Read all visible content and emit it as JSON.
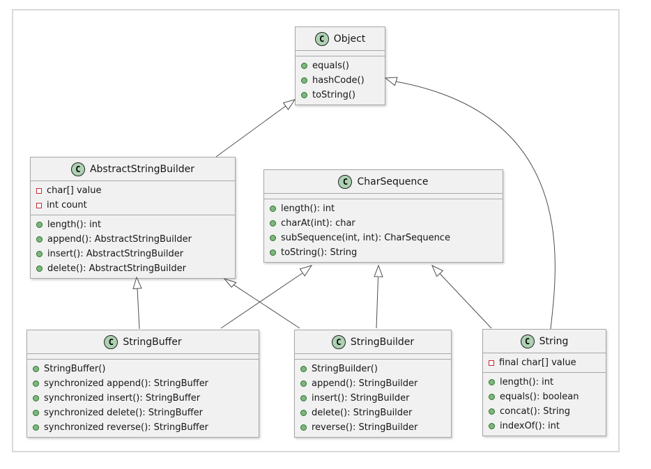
{
  "diagram": {
    "type": "uml-class-diagram",
    "badge_letter": "C"
  },
  "colors": {
    "class_fill": "#f1f1f1",
    "class_border": "#a6a6a6",
    "badge_fill": "#add1b2",
    "public_method_dot": "#7cb87c",
    "private_field_square": "#c82930",
    "edge_stroke": "#4d4d4d",
    "frame_border": "#d8d8d8"
  },
  "classes": [
    {
      "name": "Object",
      "fields": [],
      "methods": [
        "equals()",
        "hashCode()",
        "toString()"
      ]
    },
    {
      "name": "AbstractStringBuilder",
      "fields": [
        "char[] value",
        "int count"
      ],
      "methods": [
        "length(): int",
        "append(): AbstractStringBuilder",
        "insert(): AbstractStringBuilder",
        "delete(): AbstractStringBuilder"
      ]
    },
    {
      "name": "CharSequence",
      "fields": [],
      "methods": [
        "length(): int",
        "charAt(int): char",
        "subSequence(int, int): CharSequence",
        "toString(): String"
      ]
    },
    {
      "name": "StringBuffer",
      "fields": [],
      "methods": [
        "StringBuffer()",
        "synchronized append(): StringBuffer",
        "synchronized insert(): StringBuffer",
        "synchronized delete(): StringBuffer",
        "synchronized reverse(): StringBuffer"
      ]
    },
    {
      "name": "StringBuilder",
      "fields": [],
      "methods": [
        "StringBuilder()",
        "append(): StringBuilder",
        "insert(): StringBuilder",
        "delete(): StringBuilder",
        "reverse(): StringBuilder"
      ]
    },
    {
      "name": "String",
      "fields": [
        "final char[] value"
      ],
      "methods": [
        "length(): int",
        "equals(): boolean",
        "concat(): String",
        "indexOf(): int"
      ]
    }
  ],
  "relations": [
    {
      "from": "AbstractStringBuilder",
      "to": "Object",
      "type": "extends"
    },
    {
      "from": "String",
      "to": "Object",
      "type": "extends"
    },
    {
      "from": "StringBuffer",
      "to": "AbstractStringBuilder",
      "type": "extends"
    },
    {
      "from": "StringBuilder",
      "to": "AbstractStringBuilder",
      "type": "extends"
    },
    {
      "from": "StringBuffer",
      "to": "CharSequence",
      "type": "implements"
    },
    {
      "from": "StringBuilder",
      "to": "CharSequence",
      "type": "implements"
    },
    {
      "from": "String",
      "to": "CharSequence",
      "type": "implements"
    }
  ]
}
